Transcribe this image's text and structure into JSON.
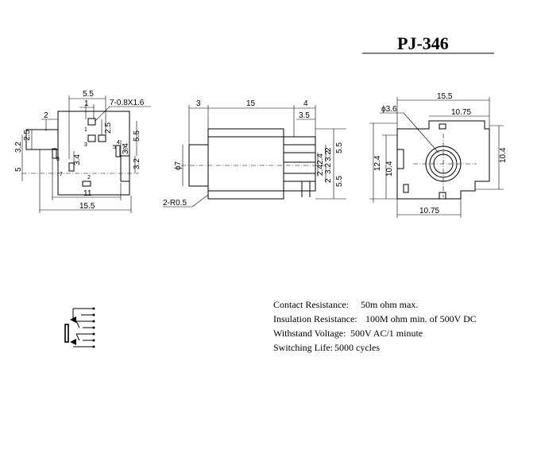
{
  "title": "PJ-346",
  "left_view": {
    "dims": {
      "w55": "5.5",
      "w1": "1",
      "pin": "7-0.8X1.6",
      "h2": "2",
      "h25a": "2.5",
      "h25b": "2.5",
      "h32a": "3.2",
      "h5": "5",
      "h55": "5.5",
      "h34a": "3.4",
      "h34b": "3.4",
      "h32b": "3.2",
      "w11": "11",
      "w155": "15.5"
    },
    "pins": [
      "1",
      "3",
      "5",
      "4",
      "6",
      "8",
      "7",
      "2"
    ]
  },
  "side_view": {
    "dims": {
      "w3": "3",
      "w15": "15",
      "w4": "4",
      "w35": "3.5",
      "phi7": "ϕ7",
      "r05": "2-R0.5",
      "v55a": "5.5",
      "v2a": "2",
      "v32a": "3.2",
      "v24a": "2.4",
      "v24b": "2.4",
      "v32b": "3.2",
      "v2b": "2",
      "v55b": "5.5"
    }
  },
  "front_view": {
    "dims": {
      "w155": "15.5",
      "phi36": "ϕ3.6",
      "w1075a": "10.75",
      "h124": "12.4",
      "h104a": "10.4",
      "h104b": "10.4",
      "w1075b": "10.75"
    }
  },
  "specs": [
    {
      "label": "Contact Resistance:",
      "value": "50m ohm max."
    },
    {
      "label": "Insulation Resistance:",
      "value": "100M ohm min. of 500V DC"
    },
    {
      "label": "Withstand Voltage:",
      "value": "500V AC/1 minute"
    },
    {
      "label": "Switching Life:",
      "value": "5000 cycles"
    }
  ]
}
